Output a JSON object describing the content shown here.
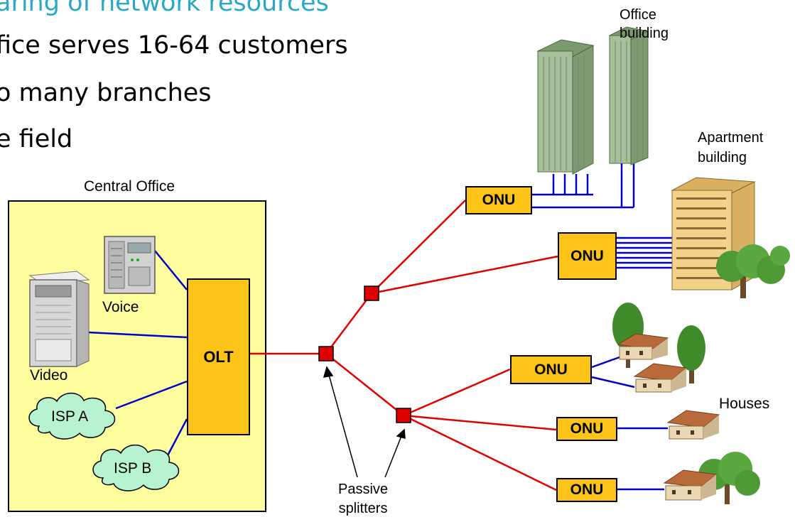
{
  "bullets": [
    "aring of network resources",
    "fice serves 16-64 customers",
    "o many branches",
    "e field"
  ],
  "labels": {
    "central_office": "Central Office",
    "voice": "Voice",
    "video": "Video",
    "isp_a": "ISP A",
    "isp_b": "ISP B",
    "olt": "OLT",
    "onu": "ONU",
    "office_building": "Office\nbuilding",
    "apartment_building": "Apartment\nbuilding",
    "houses": "Houses",
    "passive_splitters": "Passive\nsplitters"
  },
  "colors": {
    "fiber": "#e00000",
    "copper": "#0000cc",
    "equipment": "#fcc419",
    "central_office_bg": "#fffe9f",
    "cloud": "#b7f3d0",
    "bullet_highlight": "#2aa9c6"
  }
}
